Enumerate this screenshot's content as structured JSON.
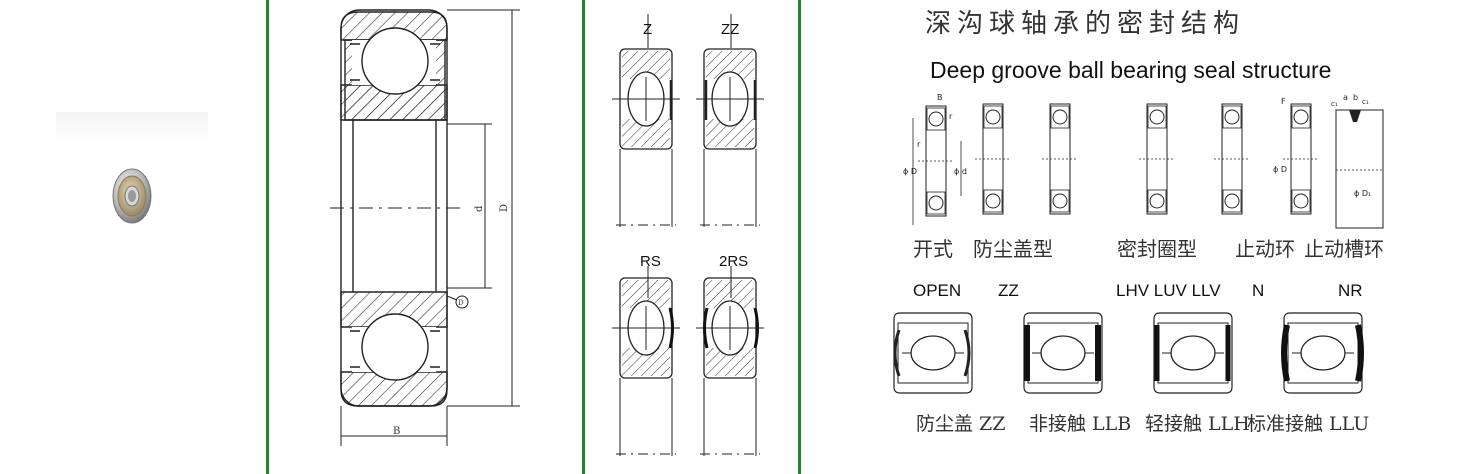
{
  "colors": {
    "divider": "#2e7d32",
    "line": "#222222",
    "hatch": "#333333"
  },
  "drawing": {
    "dim_d": "d",
    "dim_D": "D",
    "dim_B": "B",
    "mark_D": "D"
  },
  "seal_types": {
    "z": "Z",
    "zz": "ZZ",
    "rs": "RS",
    "rs2": "2RS"
  },
  "seal_structure": {
    "title_cn": "深沟球轴承的密封结构",
    "title_en": "Deep groove ball bearing seal structure",
    "small": {
      "B": "B",
      "r1": "r",
      "r2": "r",
      "phiD": "ϕ D",
      "phid": "ϕ d",
      "F": "F",
      "a": "a",
      "b": "b",
      "c1": "c₁",
      "c2": "c₁",
      "phiD1": "ϕ D₁",
      "phiDr": "ϕ D"
    },
    "row1_labels": [
      "开式",
      "防尘盖型",
      "密封圈型",
      "止动环",
      "止动槽环"
    ],
    "row2_labels": [
      "OPEN",
      "ZZ",
      "LHV LUV LLV",
      "N",
      "NR"
    ],
    "row3_labels": [
      "防尘盖 ZZ",
      "非接触 LLB",
      "轻接触 LLH",
      "标准接触 LLU"
    ]
  }
}
